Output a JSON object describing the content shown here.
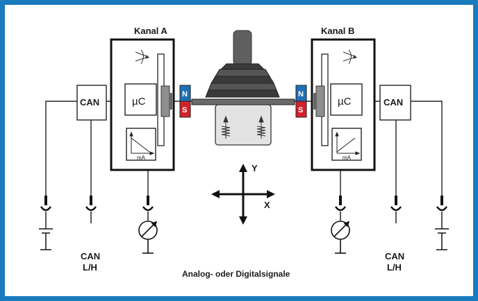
{
  "channel_a": {
    "title": "Kanal A",
    "mcu": "µC",
    "ma": "mA"
  },
  "channel_b": {
    "title": "Kanal B",
    "mcu": "µC",
    "ma": "mA"
  },
  "can_box_label": "CAN",
  "can_bus_left": {
    "line1": "CAN",
    "line2": "L/H"
  },
  "can_bus_right": {
    "line1": "CAN",
    "line2": "L/H"
  },
  "magnet": {
    "north": "N",
    "south": "S"
  },
  "axes": {
    "y": "Y",
    "x": "X"
  },
  "caption": "Analog- oder Digitalsignale",
  "colors": {
    "frame": "#1a7bbf",
    "north": "#1f6fb5",
    "south": "#d2232a",
    "sensor_grey": "#9a9a9a"
  }
}
